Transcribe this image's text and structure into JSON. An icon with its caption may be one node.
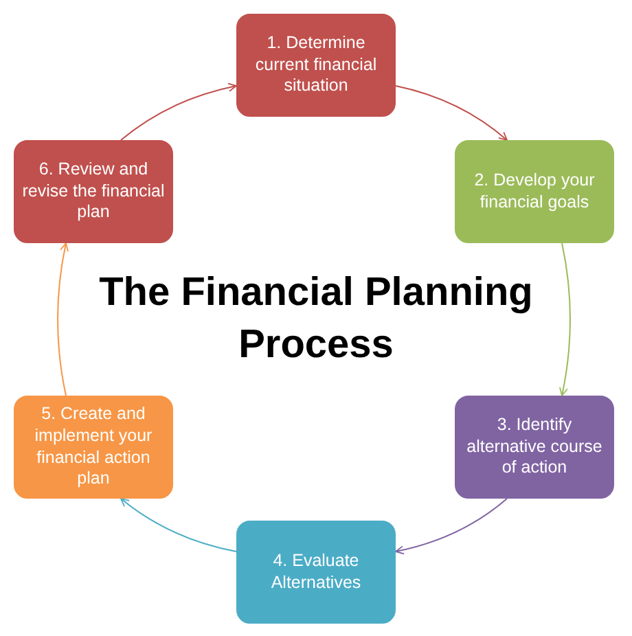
{
  "diagram": {
    "title": "The Financial Planning Process",
    "nodes": [
      {
        "text": [
          "1. Determine current financial situation"
        ]
      },
      {
        "text": [
          "2. Develop your financial goals"
        ]
      },
      {
        "text": [
          "3. Identify alternative course of action"
        ]
      },
      {
        "text": [
          "4. Evaluate Alternatives"
        ]
      },
      {
        "text": [
          "5. Create and implement your financial action plan"
        ]
      },
      {
        "text": [
          "6. Review and revise the financial plan"
        ]
      }
    ],
    "edges": [
      {
        "from": 0,
        "to": 1,
        "arrow": "to",
        "color": "#c0504d"
      },
      {
        "from": 1,
        "to": 2,
        "arrow": "to",
        "color": "#9bbb59"
      },
      {
        "from": 2,
        "to": 3,
        "arrow": "to",
        "color": "#8064a2"
      },
      {
        "from": 3,
        "to": 4,
        "arrow": "to",
        "color": "#4bacc6"
      },
      {
        "from": 4,
        "to": 5,
        "arrow": "to",
        "color": "#f79646"
      },
      {
        "from": 5,
        "to": 0,
        "arrow": "to",
        "color": "#c0504d"
      }
    ]
  }
}
